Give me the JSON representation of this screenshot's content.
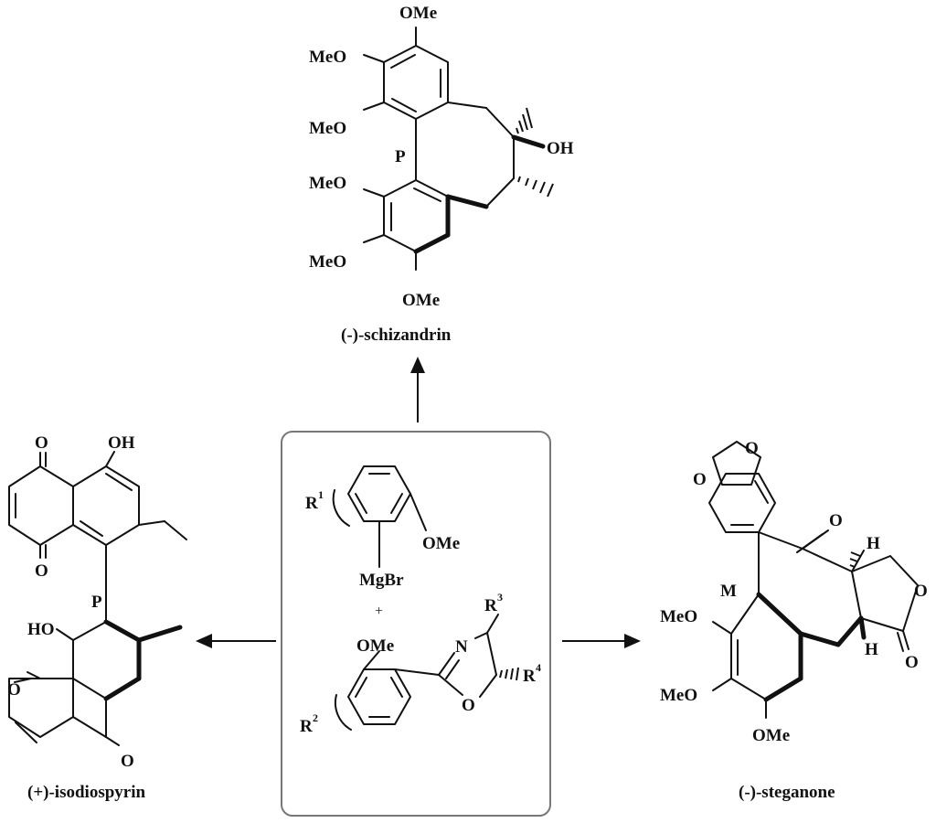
{
  "diagram": {
    "center_box": {
      "grignard": {
        "r1": "R",
        "r1_sup": "1",
        "ome": "OMe",
        "mgbr": "MgBr"
      },
      "plus": "+",
      "oxazoline": {
        "ome": "OMe",
        "n": "N",
        "o": "O",
        "r2": "R",
        "r2_sup": "2",
        "r3": "R",
        "r3_sup": "3",
        "r4": "R",
        "r4_sup": "4"
      }
    },
    "top": {
      "name": "(-)-schizandrin",
      "axial_label": "P",
      "labels": {
        "ome_top": "OMe",
        "meo_1": "MeO",
        "meo_2": "MeO",
        "meo_3": "MeO",
        "meo_4": "MeO",
        "ome_bottom": "OMe",
        "oh": "OH"
      }
    },
    "left": {
      "name": "(+)-isodiospyrin",
      "axial_label": "P",
      "labels": {
        "o_top": "O",
        "oh_top": "OH",
        "o_mid": "O",
        "ho": "HO",
        "o_bl": "O",
        "o_br": "O"
      }
    },
    "right": {
      "name": "(-)-steganone",
      "axial_label": "M",
      "labels": {
        "o_a": "O",
        "o_b": "O",
        "o_ketone": "O",
        "h_top": "H",
        "h_bottom": "H",
        "o_ring": "O",
        "o_lactone": "O",
        "meo_1": "MeO",
        "meo_2": "MeO",
        "ome": "OMe"
      }
    },
    "arrows": {
      "up": "up",
      "left": "left",
      "right": "right"
    }
  }
}
